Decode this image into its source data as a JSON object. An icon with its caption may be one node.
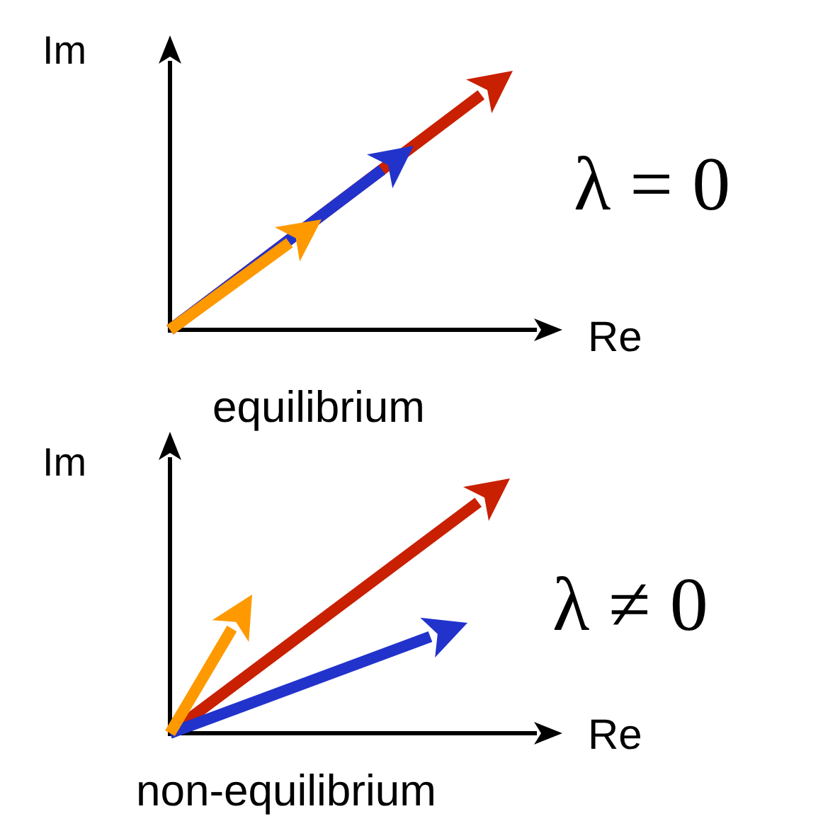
{
  "diagram": {
    "labels": [
      "Im",
      "λ = 0",
      "Re",
      "equilibrium",
      "Im",
      "λ ≠ 0",
      "Re",
      "non-equilibrium"
    ]
  }
}
